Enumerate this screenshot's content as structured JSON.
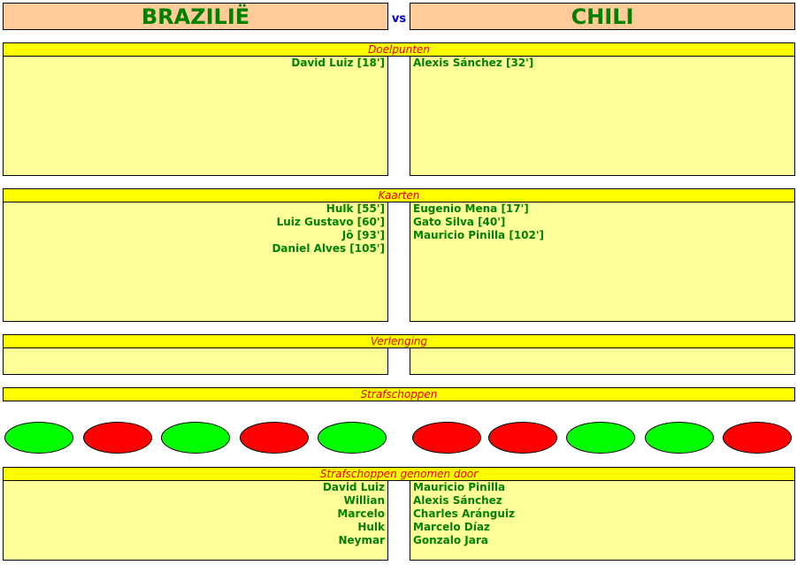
{
  "home_team": "BRAZILIË",
  "away_team": "CHILI",
  "vs": "vs",
  "sections": {
    "goals": {
      "title": "Doelpunten",
      "home": [
        "David Luiz [18']"
      ],
      "away": [
        "Alexis Sánchez [32']"
      ]
    },
    "cards": {
      "title": "Kaarten",
      "home": [
        "Hulk [55']",
        "Luiz Gustavo [60']",
        "Jô [93']",
        "Daniel Alves [105']"
      ],
      "away": [
        "Eugenio Mena [17']",
        "Gato Silva [40']",
        "Mauricio Pinilla [102']"
      ]
    },
    "extra_time": {
      "title": "Verlenging",
      "home": [],
      "away": []
    },
    "penalties": {
      "title": "Strafschoppen",
      "home": [
        "scored",
        "missed",
        "scored",
        "missed",
        "scored"
      ],
      "away": [
        "missed",
        "missed",
        "scored",
        "scored",
        "missed"
      ]
    },
    "takers": {
      "title": "Strafschoppen genomen door",
      "home": [
        "David Luiz",
        "Willian",
        "Marcelo",
        "Hulk",
        "Neymar"
      ],
      "away": [
        "Mauricio Pinilla",
        "Alexis Sánchez",
        "Charles Aránguiz",
        "Marcelo Díaz",
        "Gonzalo Jara"
      ]
    }
  },
  "colors": {
    "scored": "#00ff00",
    "missed": "#ff0000"
  }
}
